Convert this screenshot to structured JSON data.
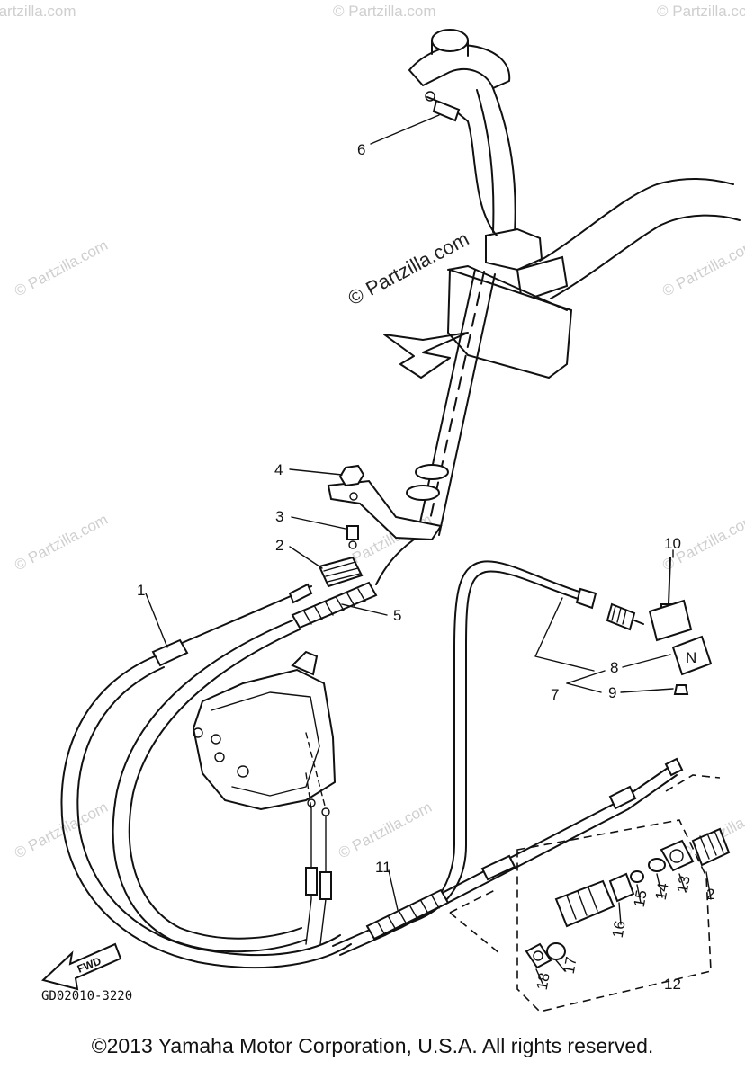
{
  "watermark": "© Partzilla.com",
  "drawing_code": "GD02010-3220",
  "fwd_label": "FWD",
  "copyright": "©2013 Yamaha Motor Corporation, U.S.A. All rights reserved.",
  "callouts": {
    "c1": "1",
    "c2a": "2",
    "c2b": "2",
    "c3": "3",
    "c4": "4",
    "c5": "5",
    "c6": "6",
    "c7": "7",
    "c8": "8",
    "c9": "9",
    "c10": "10",
    "c11": "11",
    "c12": "12",
    "c13": "13",
    "c14": "14",
    "c15": "15",
    "c16": "16",
    "c17": "17",
    "c18": "18"
  },
  "badge_letter": "N"
}
